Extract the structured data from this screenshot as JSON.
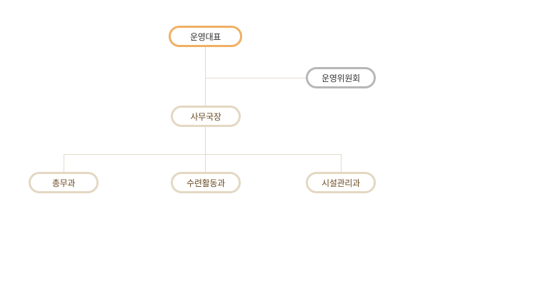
{
  "org_chart": {
    "ceo": {
      "label": "운영대표"
    },
    "committee": {
      "label": "운영위원회"
    },
    "secretary_general": {
      "label": "사무국장"
    },
    "departments": [
      {
        "label": "총무과"
      },
      {
        "label": "수련활동과"
      },
      {
        "label": "시설관리과"
      }
    ]
  },
  "colors": {
    "top_border": "#efb064",
    "committee_border": "#b7b7b7",
    "node_border": "#e3d8c3",
    "connector": "#e3dccb",
    "node_text": "#6b4a21"
  }
}
